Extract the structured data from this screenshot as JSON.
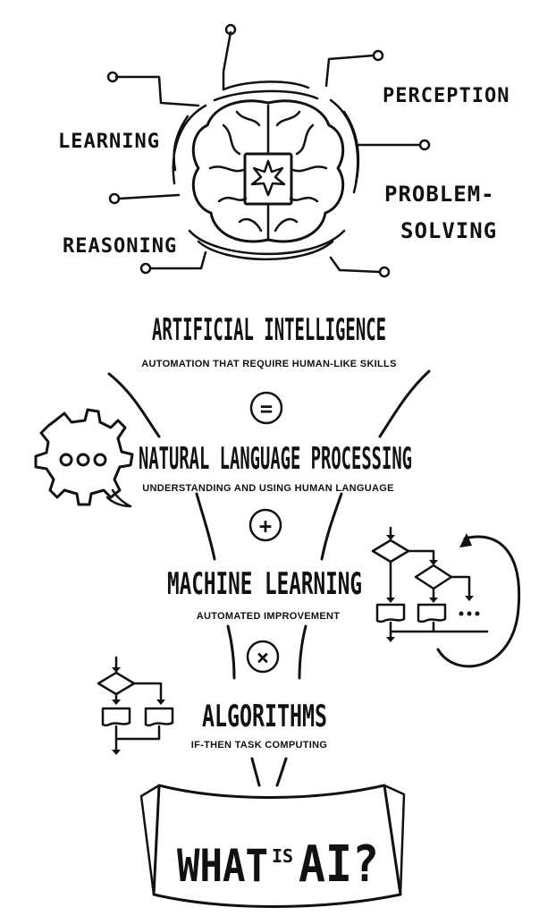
{
  "brain_labels": {
    "learning": "LEARNING",
    "reasoning": "REASONING",
    "perception": "PERCEPTION",
    "problem_solving_1": "PROBLEM-",
    "problem_solving_2": "SOLVING"
  },
  "levels": [
    {
      "title": "ARTIFICIAL INTELLIGENCE",
      "subtitle": "AUTOMATION THAT REQUIRE HUMAN-LIKE SKILLS",
      "operator": "="
    },
    {
      "title": "NATURAL LANGUAGE PROCESSING",
      "subtitle": "UNDERSTANDING AND USING HUMAN LANGUAGE",
      "operator": "+"
    },
    {
      "title": "MACHINE LEARNING",
      "subtitle": "AUTOMATED IMPROVEMENT",
      "operator": "×"
    },
    {
      "title": "ALGORITHMS",
      "subtitle": "IF-THEN TASK COMPUTING"
    }
  ],
  "banner": {
    "word1": "WHAT",
    "word2": "IS",
    "word3": "AI?"
  },
  "icons": {
    "brain": "brain-chip-icon",
    "speech_gear": "gear-speech-bubble-icon",
    "flowchart_large": "flowchart-loop-icon",
    "flowchart_small": "flowchart-icon"
  },
  "colors": {
    "ink": "#111111",
    "background": "#ffffff"
  }
}
